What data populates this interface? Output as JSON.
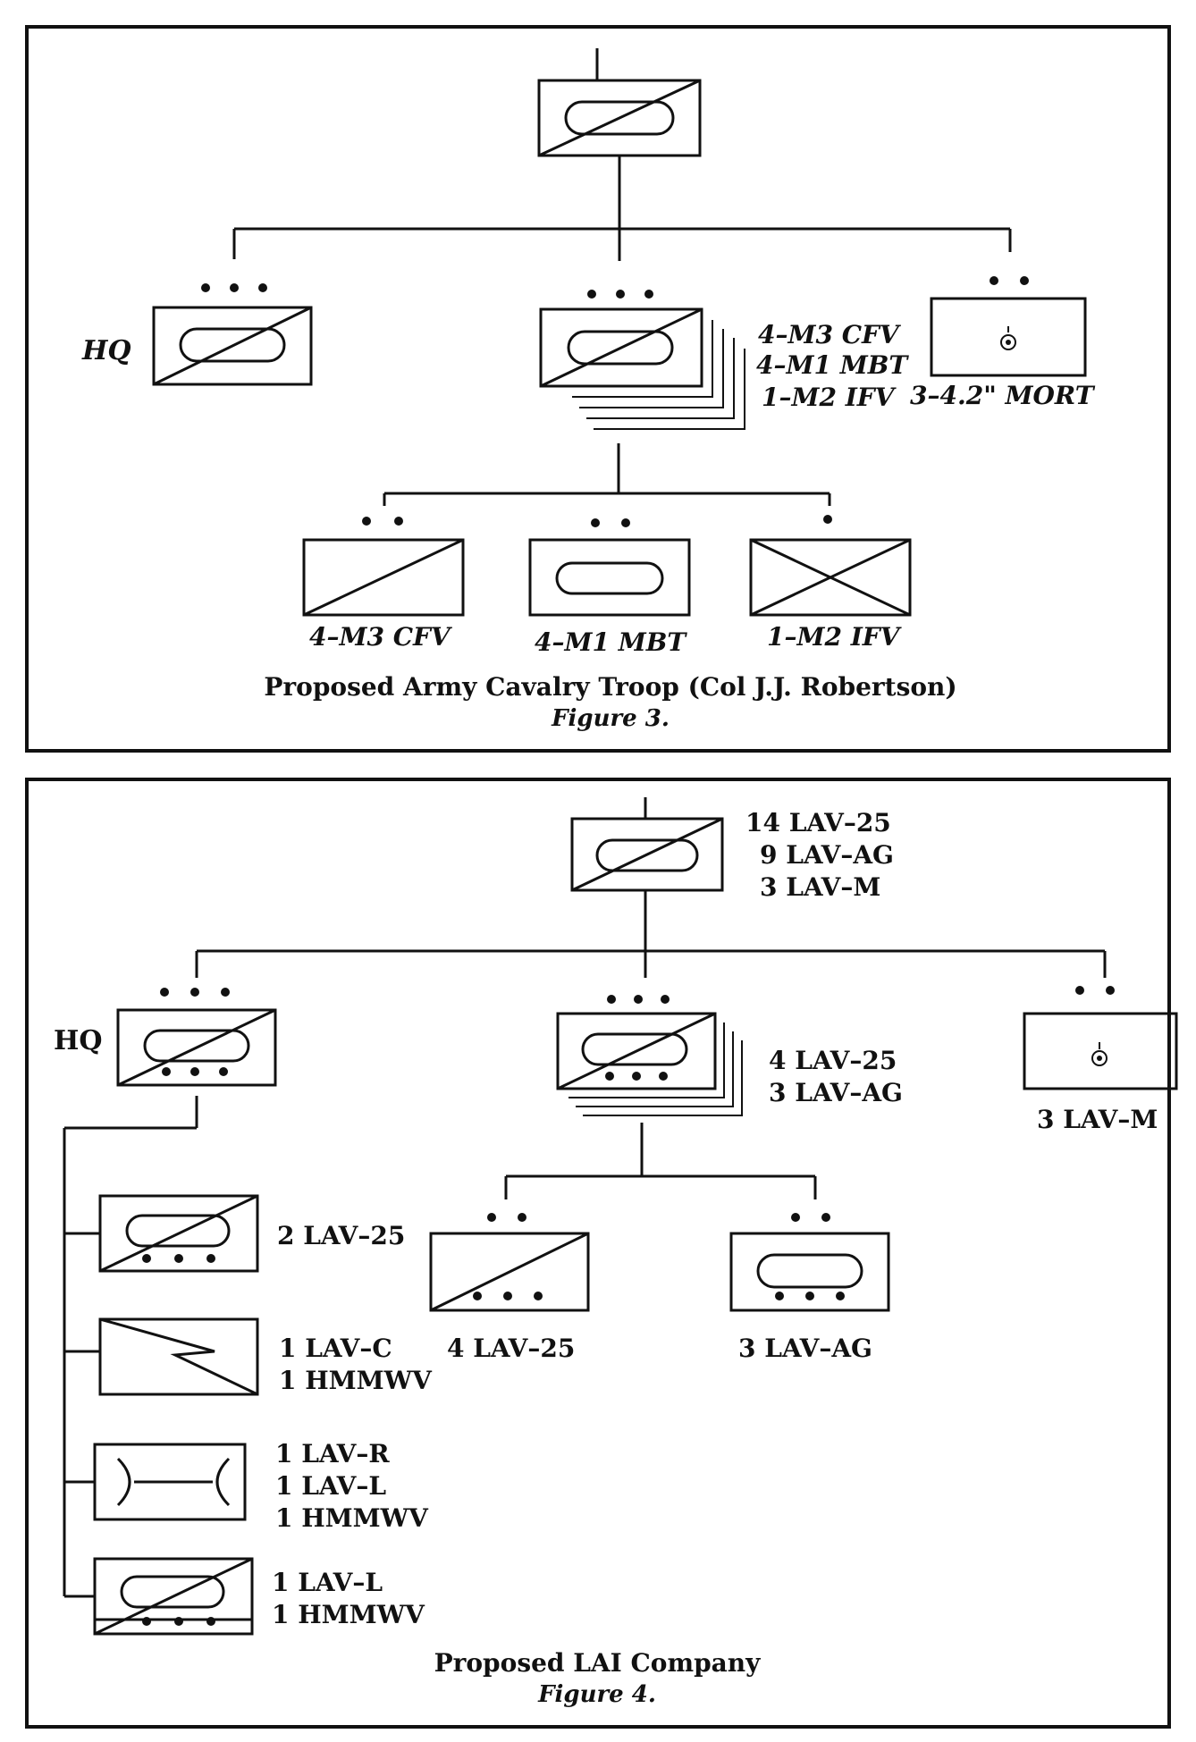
{
  "figure3": {
    "hq_label": "HQ",
    "platoon_label_1": "4–M3 CFV",
    "platoon_label_2": "4–M1 MBT",
    "platoon_label_3": "1–M2 IFV",
    "mortar_label": "3–4.2\" MORT",
    "sub_cfv": "4–M3 CFV",
    "sub_mbt": "4–M1 MBT",
    "sub_ifv": "1–M2 IFV",
    "caption": "Proposed Army Cavalry Troop (Col J.J. Robertson)",
    "figure_label": "Figure 3."
  },
  "figure4": {
    "company_line1": "14 LAV–25",
    "company_line2": "9 LAV–AG",
    "company_line3": "3 LAV–M",
    "hq_label": "HQ",
    "platoon_line1": "4 LAV–25",
    "platoon_line2": "3 LAV–AG",
    "mortar_label": "3 LAV–M",
    "hq_sec1": "2 LAV–25",
    "hq_sec2_line1": "1 LAV–C",
    "hq_sec2_line2": "1 HMMWV",
    "hq_sec3_line1": "1 LAV–R",
    "hq_sec3_line2": "1 LAV–L",
    "hq_sec3_line3": "1 HMMWV",
    "hq_sec4_line1": "1 LAV–L",
    "hq_sec4_line2": "1 HMMWV",
    "sub_lav25": "4 LAV–25",
    "sub_lavag": "3 LAV–AG",
    "caption": "Proposed LAI Company",
    "figure_label": "Figure 4."
  }
}
